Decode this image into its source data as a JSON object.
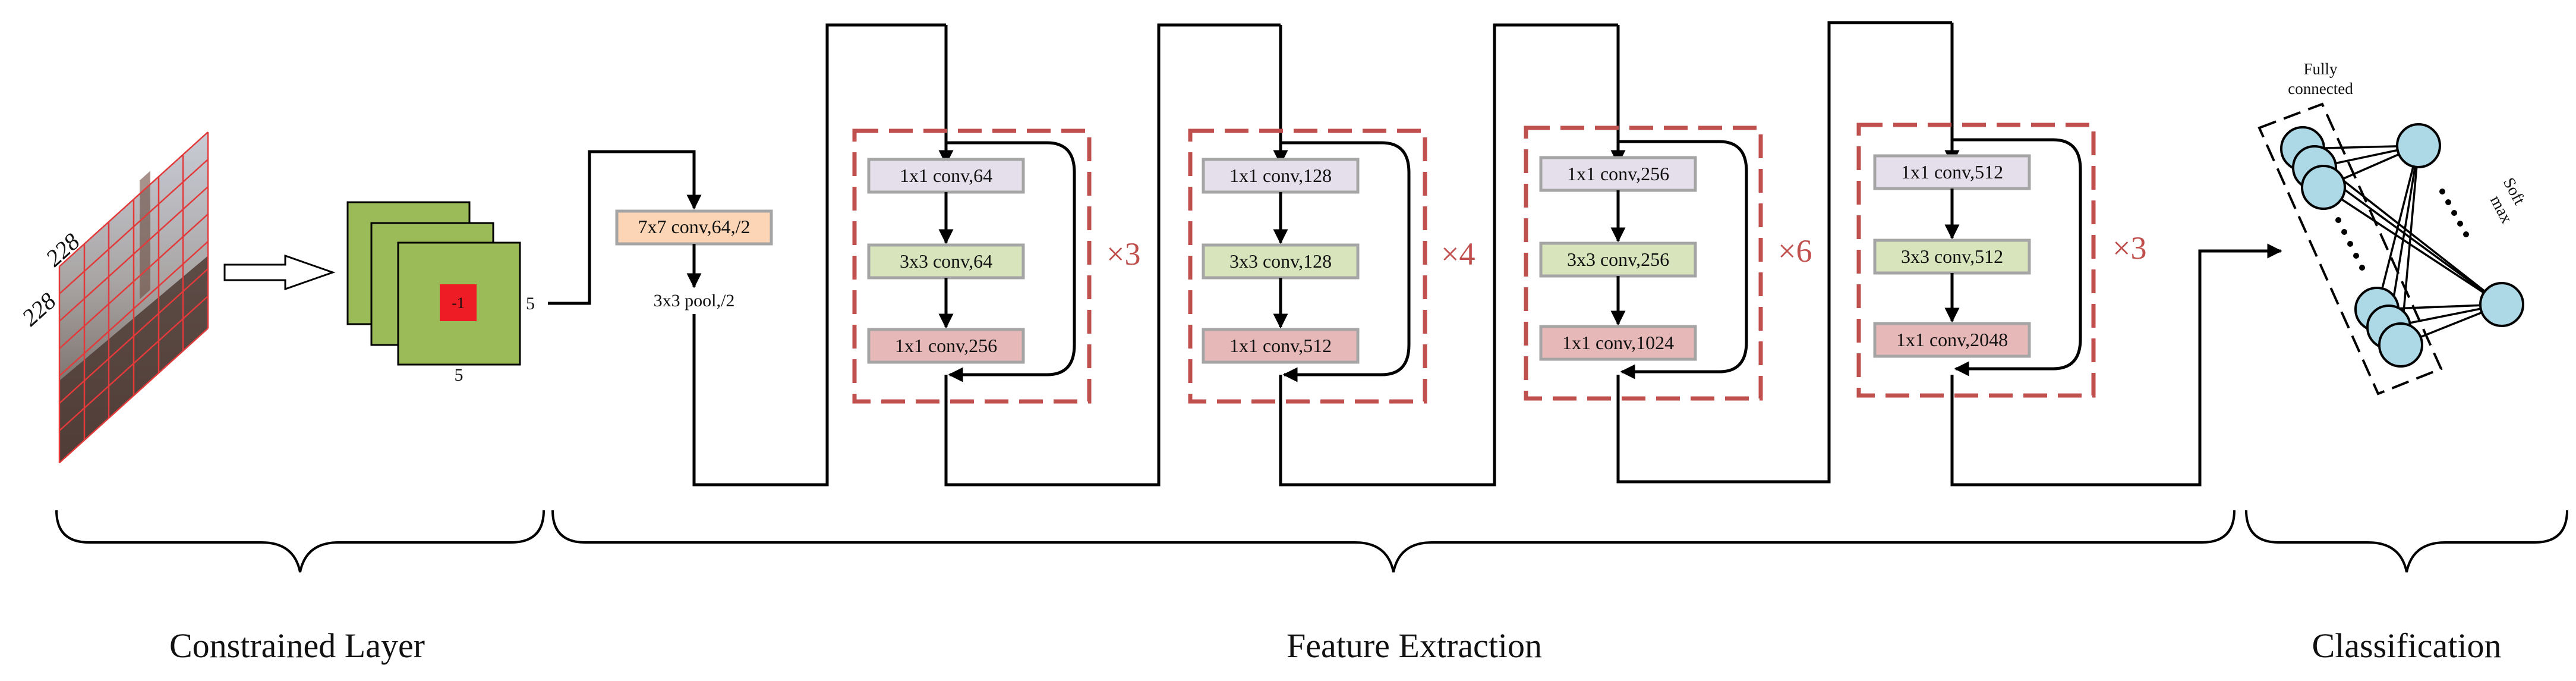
{
  "input": {
    "width_label": "228",
    "height_label": "228"
  },
  "constrained_filter": {
    "center_value": "-1",
    "width_label": "5",
    "height_label": "5"
  },
  "stem": {
    "conv_label": "7x7 conv,64,/2",
    "pool_label": "3x3 pool,/2"
  },
  "stages": [
    {
      "layers": [
        "1x1 conv,64",
        "3x3 conv,64",
        "1x1 conv,256"
      ],
      "repeat": "×3"
    },
    {
      "layers": [
        "1x1 conv,128",
        "3x3 conv,128",
        "1x1 conv,512"
      ],
      "repeat": "×4"
    },
    {
      "layers": [
        "1x1 conv,256",
        "3x3 conv,256",
        "1x1 conv,1024"
      ],
      "repeat": "×6"
    },
    {
      "layers": [
        "1x1 conv,512",
        "3x3 conv,512",
        "1x1 conv,2048"
      ],
      "repeat": "×3"
    }
  ],
  "classifier": {
    "fc_label_line1": "Fully",
    "fc_label_line2": "connected",
    "softmax_line1": "Soft",
    "softmax_line2": "max"
  },
  "sections": {
    "constrained": "Constrained Layer",
    "features": "Feature Extraction",
    "classification": "Classification"
  },
  "colors": {
    "conv1x1_in": "#e5dfec",
    "conv3x3": "#d7e4bc",
    "conv1x1_out": "#e6b9b8",
    "stem_conv": "#fbd5b5",
    "feature_map": "#9bbb59",
    "filter_center": "#ee1c25",
    "stage_border": "#c0504d",
    "neuron": "#add8e6"
  }
}
